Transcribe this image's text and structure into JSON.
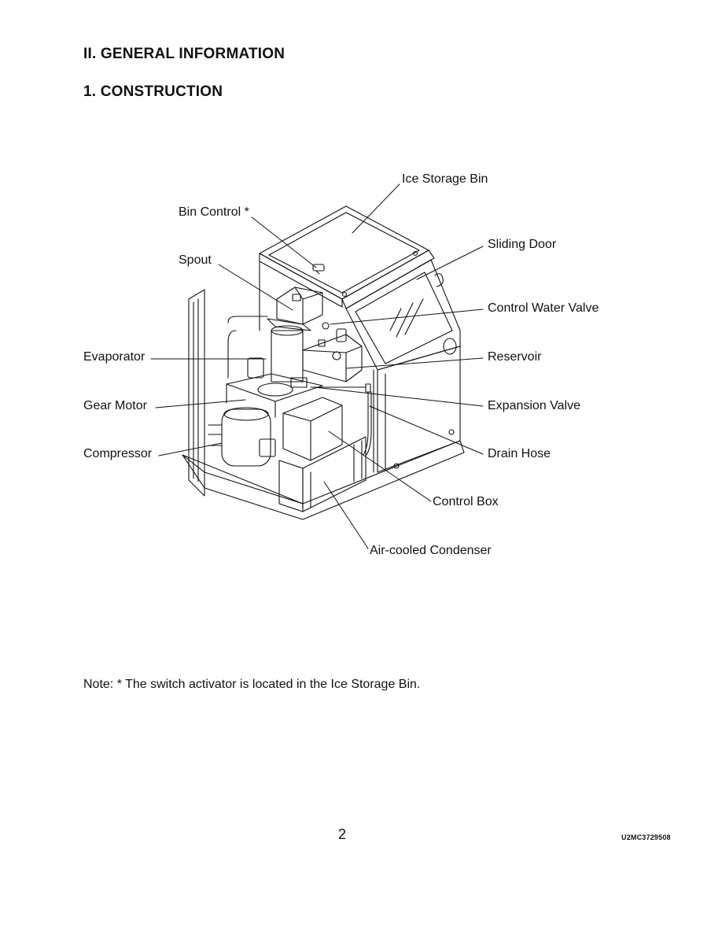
{
  "section_heading": "II. GENERAL INFORMATION",
  "subsection_heading": "1. CONSTRUCTION",
  "labels": {
    "ice_storage_bin": "Ice Storage Bin",
    "bin_control": "Bin Control *",
    "sliding_door": "Sliding Door",
    "spout": "Spout",
    "control_water_valve": "Control Water Valve",
    "evaporator": "Evaporator",
    "reservoir": "Reservoir",
    "gear_motor": "Gear Motor",
    "expansion_valve": "Expansion Valve",
    "compressor": "Compressor",
    "drain_hose": "Drain Hose",
    "control_box": "Control Box",
    "air_cooled_condenser": "Air-cooled Condenser"
  },
  "note": "Note: * The switch activator is located in the Ice Storage Bin.",
  "page_number": "2",
  "document_code": "U2MC3729508"
}
